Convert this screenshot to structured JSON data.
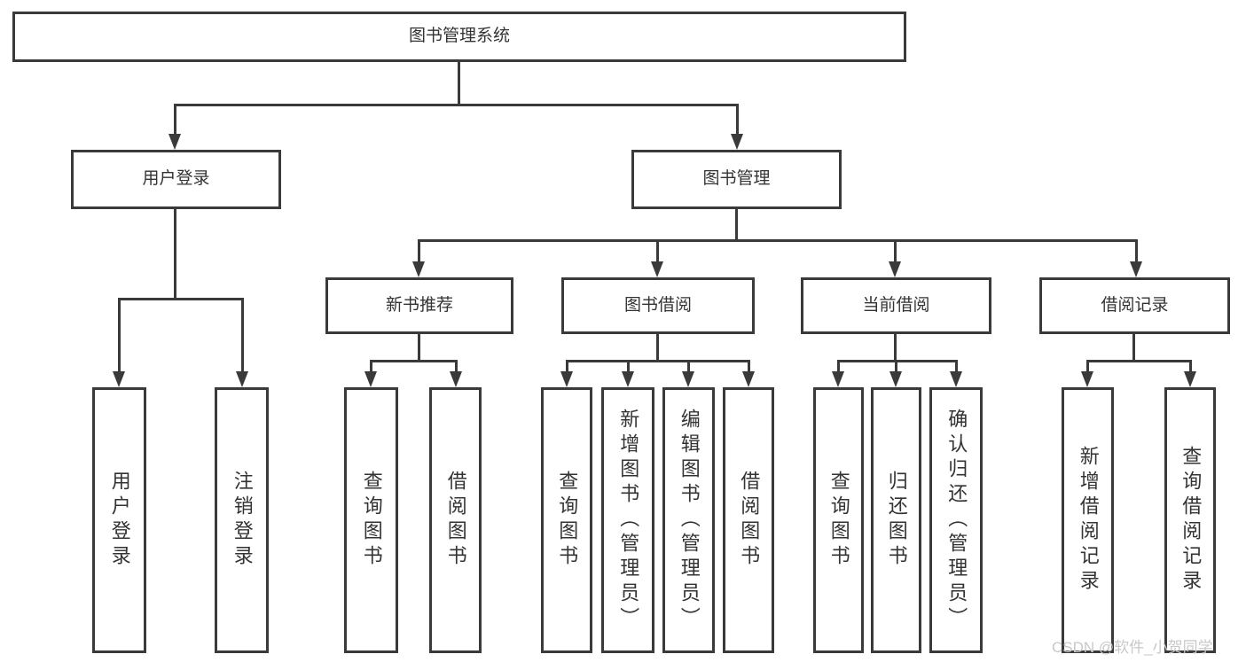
{
  "diagram": {
    "colors": {
      "line": "#3a3a3a",
      "text": "#333333",
      "bg": "#ffffff",
      "boxbg": "#ffffff",
      "watermark": "#c8c8c8"
    },
    "nodes": {
      "root": "图书管理系统",
      "level2": {
        "user_login": "用户登录",
        "book_management": "图书管理"
      },
      "level3": {
        "new_book_recommend": "新书推荐",
        "book_borrowing": "图书借阅",
        "current_borrowing": "当前借阅",
        "borrowing_records": "借阅记录"
      },
      "leaves": {
        "user_login": "用户登录",
        "logout": "注销登录",
        "query_books_recommend": "查询图书",
        "borrow_books_recommend": "借阅图书",
        "query_books_borrowing": "查询图书",
        "add_books_admin": "新增图书（管理员）",
        "edit_books_admin": "编辑图书（管理员）",
        "borrow_books_borrowing": "借阅图书",
        "query_books_current": "查询图书",
        "return_books": "归还图书",
        "confirm_return_admin": "确认归还（管理员）",
        "add_borrowing_record": "新增借阅记录",
        "query_borrowing_record": "查询借阅记录"
      }
    },
    "watermark": "CSDN @软件_小贺同学"
  }
}
